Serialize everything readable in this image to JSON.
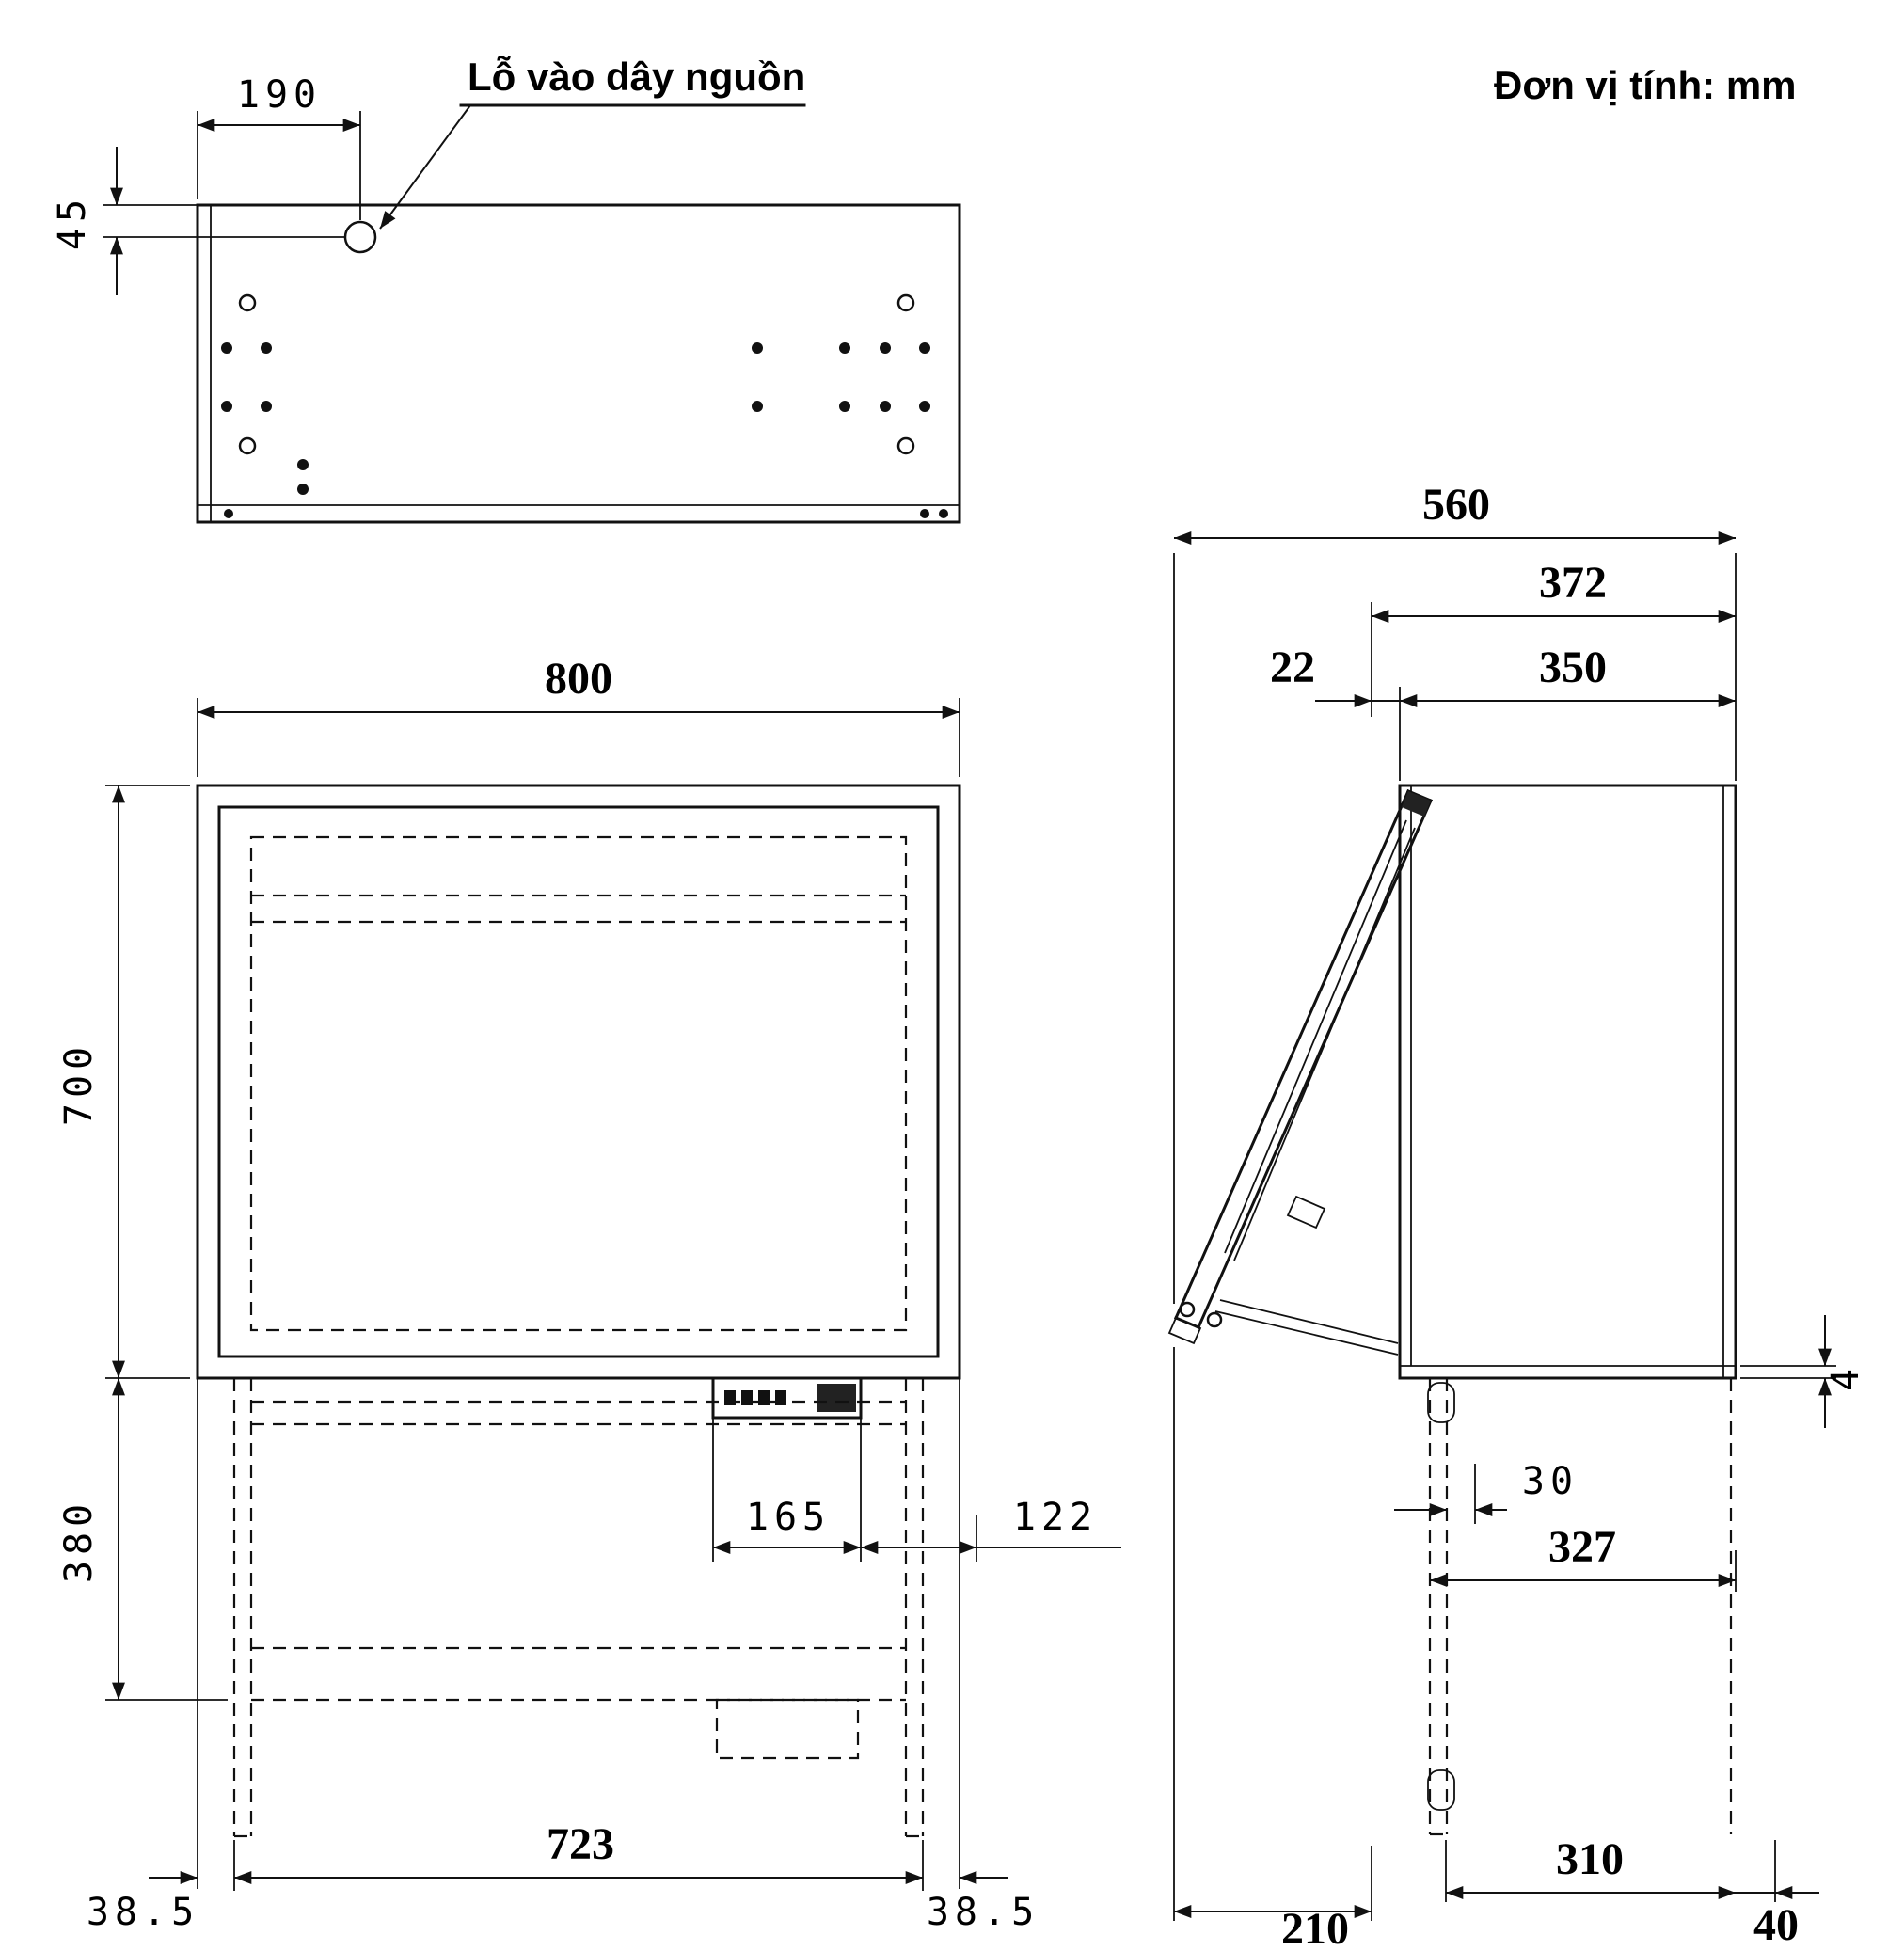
{
  "header": {
    "units_label": "Đơn vị tính: mm"
  },
  "top_view": {
    "hole_label": "Lỗ vào dây nguồn",
    "dims": {
      "width_190": "190",
      "offset_45": "45"
    }
  },
  "front_view": {
    "dims": {
      "width_800": "800",
      "height_700": "700",
      "lower_height_380": "380",
      "panel_width_165": "165",
      "offset_122": "122",
      "inner_width_723": "723",
      "margin_left_38_5": "38.5",
      "margin_right_38_5": "38.5"
    }
  },
  "side_view": {
    "dims": {
      "total_depth_560": "560",
      "depth_372": "372",
      "door_thickness_22": "22",
      "body_depth_350": "350",
      "gap_4": "4",
      "offset_30": "30",
      "inner_depth_327": "327",
      "lower_depth_310": "310",
      "offset_40": "40",
      "door_swing_210": "210"
    }
  }
}
